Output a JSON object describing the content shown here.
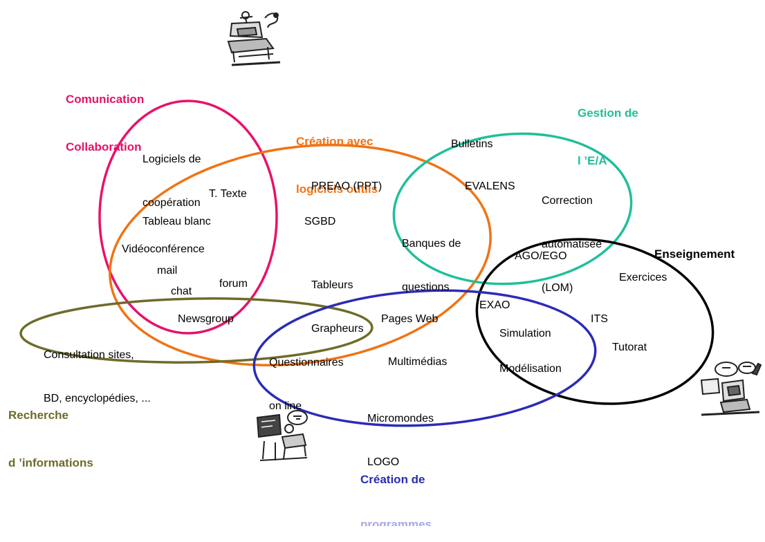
{
  "categories": {
    "communication": {
      "line1": "Comunication",
      "line2": "Collaboration",
      "color": "#e8116a"
    },
    "creation_outils": {
      "line1": "Création avec",
      "line2": "logiciels outils",
      "color": "#f07314"
    },
    "gestion": {
      "line1": "Gestion de",
      "line2": "l ’E/A",
      "color": "#1fbf9a"
    },
    "enseignement": {
      "line1": "Enseignement",
      "color": "#000000"
    },
    "recherche": {
      "line1": "Recherche",
      "line2": "d ’informations",
      "color": "#6e6b2a"
    },
    "creation_programmes": {
      "line1": "Création de",
      "line2": "programmes",
      "color": "#2b2bb8",
      "color2": "#a9a8e8"
    }
  },
  "items": {
    "logiciels_cooperation": {
      "line1": "Logiciels de",
      "line2": "coopération"
    },
    "t_texte": "T. Texte",
    "tableau_blanc": "Tableau blanc",
    "videoconference": "Vidéoconférence",
    "mail": "mail",
    "chat": "chat",
    "forum": "forum",
    "newsgroup": "Newsgroup",
    "consultation": {
      "line1": "Consultation sites,",
      "line2": "BD, encyclopédies, ..."
    },
    "preao": "PREAO (PPT)",
    "sgbd": "SGBD",
    "tableurs": {
      "line1": "Tableurs",
      "line2": "Grapheurs"
    },
    "questionnaires": {
      "line1": "Questionnaires",
      "line2": "on line"
    },
    "pages_web": "Pages Web",
    "multimedias": "Multimédias",
    "micromondes": {
      "line1": "Micromondes",
      "line2": "LOGO"
    },
    "bulletins": "Bulletins",
    "evalens": "EVALENS",
    "correction": {
      "line1": "Correction",
      "line2": "automatisée",
      "line3": "(LOM)"
    },
    "banques": {
      "line1": "Banques de",
      "line2": "questions"
    },
    "ago_ego": "AGO/EGO",
    "exercices": "Exercices",
    "exao": "EXAO",
    "its": "ITS",
    "simulation": "Simulation",
    "tutorat": "Tutorat",
    "modelisation": "Modélisation"
  }
}
